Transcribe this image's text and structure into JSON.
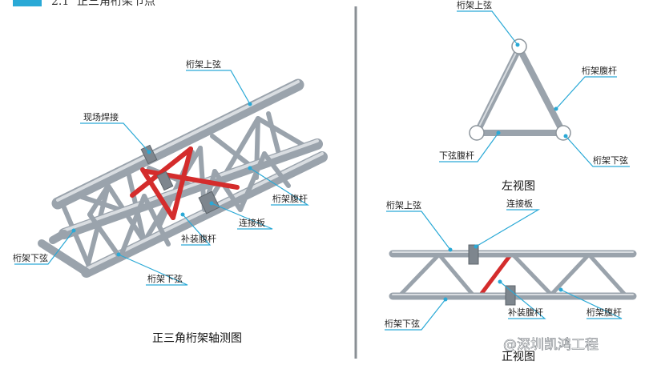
{
  "header": {
    "number": "2.1",
    "title": "正三角桁架节点"
  },
  "axonometric": {
    "caption": "正三角桁架轴测图",
    "labels": {
      "top_chord": "桁架上弦",
      "site_weld": "现场焊接",
      "web": "桁架腹杆",
      "plate": "连接板",
      "filler_web": "补装腹杆",
      "bottom_chord_left": "桁架下弦",
      "bottom_chord_right": "桁架下弦"
    }
  },
  "left_view": {
    "caption": "左视图",
    "labels": {
      "top_chord": "桁架上弦",
      "web": "桁架腹杆",
      "bottom_web": "下弦腹杆",
      "bottom_chord": "桁架下弦"
    }
  },
  "front_view": {
    "caption": "正视图",
    "labels": {
      "top_chord": "桁架上弦",
      "plate": "连接板",
      "filler_web": "补装腹杆",
      "web": "桁架腹杆",
      "bottom_chord": "桁架下弦"
    }
  },
  "watermark": "@深圳凯鸿工程",
  "colors": {
    "accent": "#2aa9d6",
    "filler": "#d42c2c",
    "tube": "#9aa3ac",
    "divider": "#8a8f94"
  }
}
